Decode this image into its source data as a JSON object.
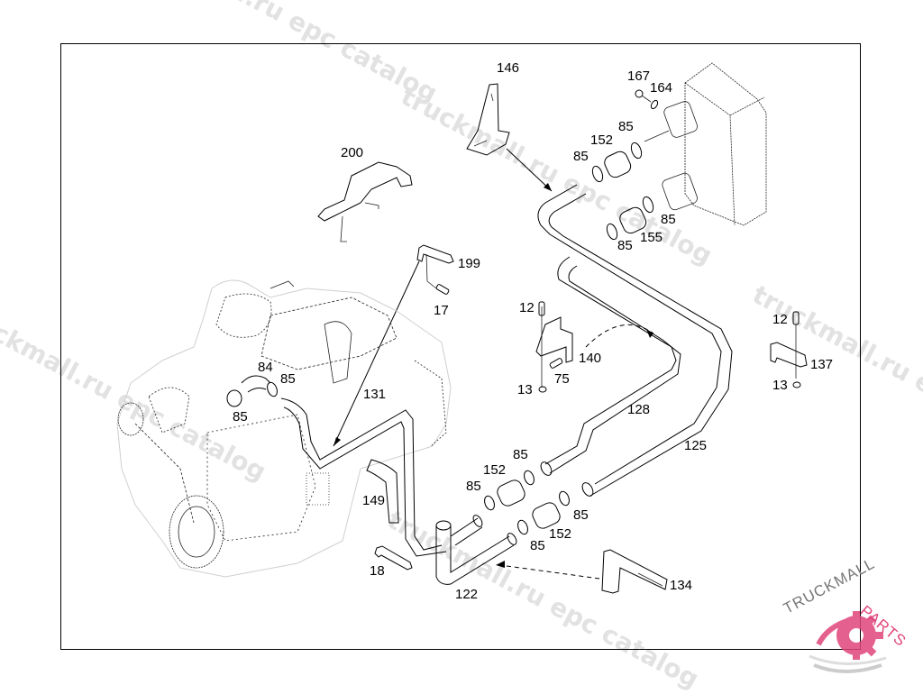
{
  "watermarks": [
    {
      "text": "truckmall.ru epc catalog",
      "segment": "top-left"
    },
    {
      "text": "truckmall.ru epc catalog",
      "segment": "upper-middle"
    },
    {
      "text": "truckmall.ru epc catalog",
      "segment": "left"
    },
    {
      "text": "truckmall.ru epc catalog",
      "segment": "right"
    },
    {
      "text": "truckmall.ru epc catalog",
      "segment": "bottom"
    }
  ],
  "brand": {
    "name_dark": "TRUCKMALL",
    "name_accent": "PARTS",
    "accent_color": "#e0457b",
    "dark_color": "#555555",
    "icon": "gear-icon"
  },
  "callouts": [
    {
      "id": "146",
      "part": "bracket"
    },
    {
      "id": "167",
      "part": "plug"
    },
    {
      "id": "164",
      "part": "o-ring"
    },
    {
      "id": "85",
      "part": "hose-clamp"
    },
    {
      "id": "152",
      "part": "hose-sleeve"
    },
    {
      "id": "85",
      "part": "hose-clamp"
    },
    {
      "id": "85",
      "part": "hose-clamp"
    },
    {
      "id": "155",
      "part": "hose-sleeve"
    },
    {
      "id": "85",
      "part": "hose-clamp"
    },
    {
      "id": "200",
      "part": "bracket"
    },
    {
      "id": "199",
      "part": "bracket"
    },
    {
      "id": "17",
      "part": "bolt"
    },
    {
      "id": "12",
      "part": "bolt"
    },
    {
      "id": "140",
      "part": "bracket"
    },
    {
      "id": "75",
      "part": "bolt"
    },
    {
      "id": "13",
      "part": "nut"
    },
    {
      "id": "12",
      "part": "bolt"
    },
    {
      "id": "137",
      "part": "bracket"
    },
    {
      "id": "13",
      "part": "nut"
    },
    {
      "id": "84",
      "part": "hose"
    },
    {
      "id": "85",
      "part": "hose-clamp"
    },
    {
      "id": "85",
      "part": "hose-clamp"
    },
    {
      "id": "131",
      "part": "pipe"
    },
    {
      "id": "128",
      "part": "pipe"
    },
    {
      "id": "125",
      "part": "pipe"
    },
    {
      "id": "85",
      "part": "hose-clamp"
    },
    {
      "id": "152",
      "part": "hose-sleeve"
    },
    {
      "id": "85",
      "part": "hose-clamp"
    },
    {
      "id": "149",
      "part": "hose"
    },
    {
      "id": "85",
      "part": "hose-clamp"
    },
    {
      "id": "85",
      "part": "hose-clamp"
    },
    {
      "id": "152",
      "part": "hose-sleeve"
    },
    {
      "id": "18",
      "part": "bracket"
    },
    {
      "id": "122",
      "part": "pipe"
    },
    {
      "id": "134",
      "part": "bracket"
    }
  ]
}
